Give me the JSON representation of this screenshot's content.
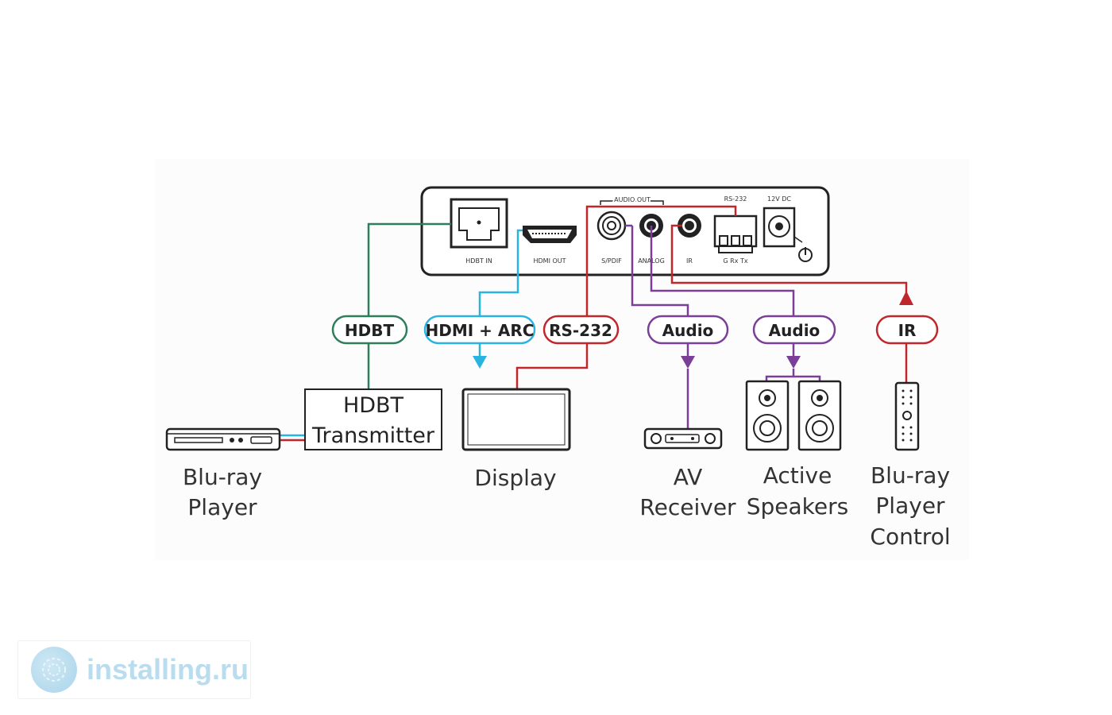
{
  "device": {
    "audio_out_label": "AUDIO OUT",
    "rs232_top_label": "RS-232",
    "dc_label": "12V DC",
    "ports": {
      "hdbt_in": "HDBT IN",
      "hdmi_out": "HDMI OUT",
      "spdif": "S/PDIF",
      "analog": "ANALOG",
      "ir": "IR",
      "rs232_pins": "G Rx Tx"
    }
  },
  "connections": {
    "hdbt": "HDBT",
    "hdmi_arc": "HDMI + ARC",
    "rs232": "RS-232",
    "audio_receiver": "Audio",
    "audio_speakers": "Audio",
    "ir": "IR"
  },
  "devices": {
    "hdbt_transmitter": [
      "HDBT",
      "Transmitter"
    ],
    "bluray_player": [
      "Blu-ray",
      "Player"
    ],
    "display": [
      "Display"
    ],
    "av_receiver": [
      "AV",
      "Receiver"
    ],
    "active_speakers": [
      "Active",
      "Speakers"
    ],
    "bluray_control": [
      "Blu-ray",
      "Player",
      "Control"
    ]
  },
  "colors": {
    "hdbt": "#2e7d5b",
    "hdmi": "#29b3e0",
    "rs232": "#c0272d",
    "audio": "#7b3f98",
    "ir": "#c0272d",
    "outline": "#222222"
  },
  "watermark": {
    "text": "installing.ru",
    "icon": "swirl-logo-icon"
  }
}
